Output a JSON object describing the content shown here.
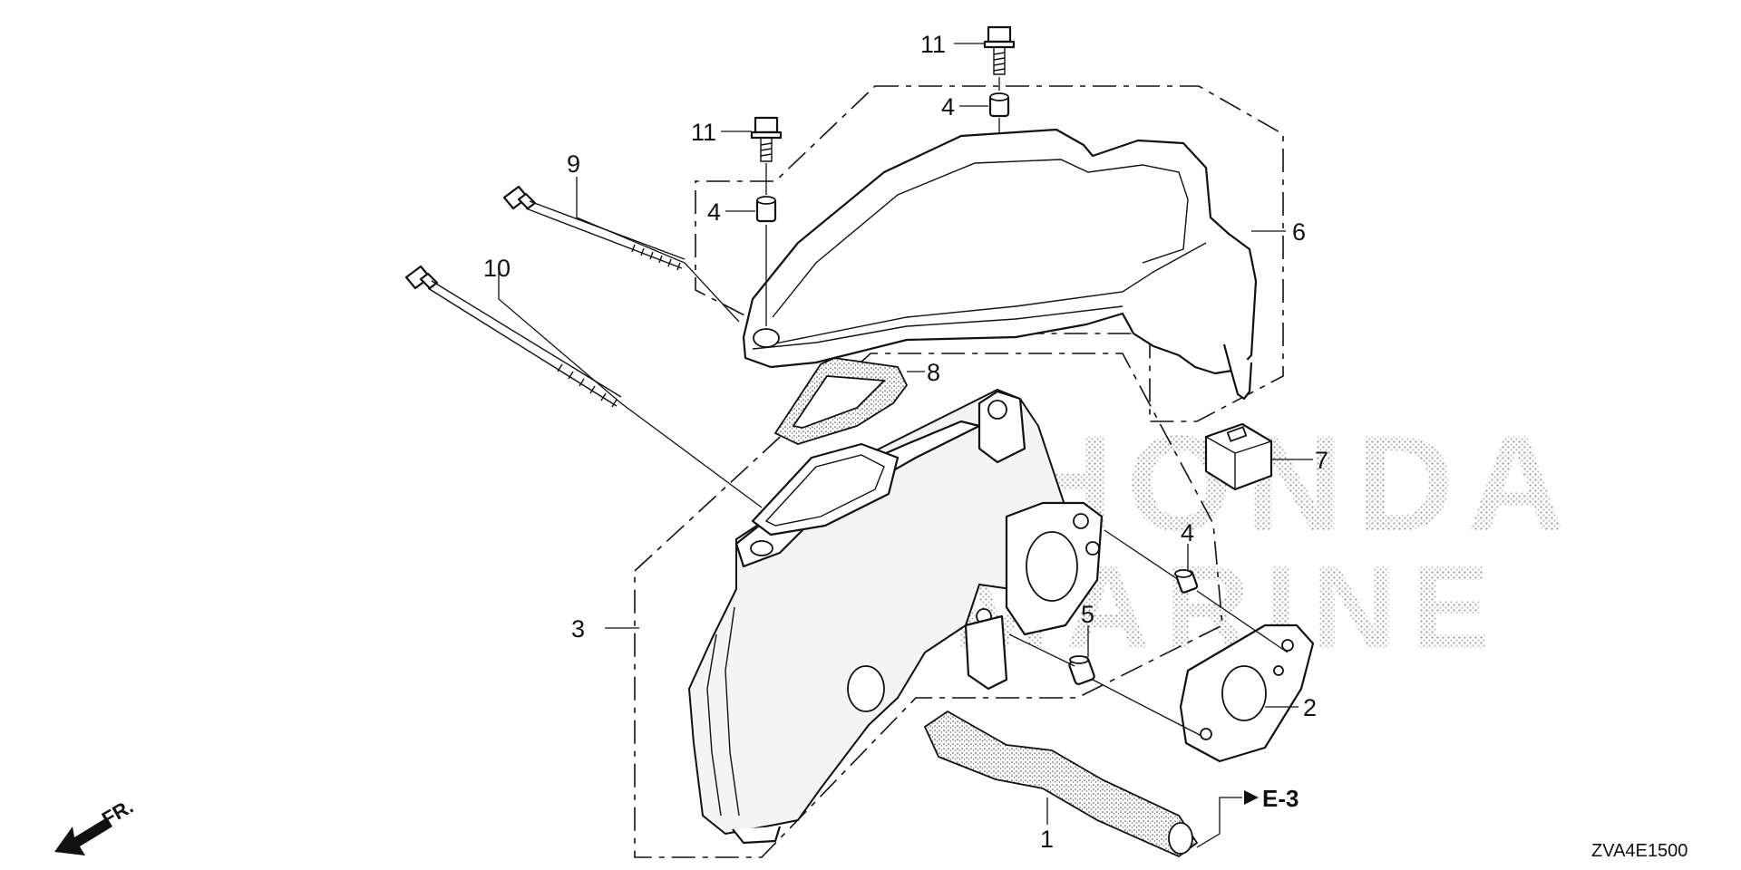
{
  "diagram": {
    "background_color": "#ffffff",
    "line_color": "#111111",
    "callouts": [
      {
        "id": "c11a",
        "text": "11"
      },
      {
        "id": "c4a",
        "text": "4"
      },
      {
        "id": "c11b",
        "text": "11"
      },
      {
        "id": "c9",
        "text": "9"
      },
      {
        "id": "c4b",
        "text": "4"
      },
      {
        "id": "c6",
        "text": "6"
      },
      {
        "id": "c10",
        "text": "10"
      },
      {
        "id": "c8",
        "text": "8"
      },
      {
        "id": "c7",
        "text": "7"
      },
      {
        "id": "c4c",
        "text": "4"
      },
      {
        "id": "c3",
        "text": "3"
      },
      {
        "id": "c5",
        "text": "5"
      },
      {
        "id": "c2",
        "text": "2"
      },
      {
        "id": "c1",
        "text": "1"
      }
    ],
    "section_ref": "E-3",
    "front_indicator": "FR.",
    "diagram_code": "ZVA4E1500",
    "watermark_lines": [
      "HONDA",
      "MARINE"
    ]
  }
}
